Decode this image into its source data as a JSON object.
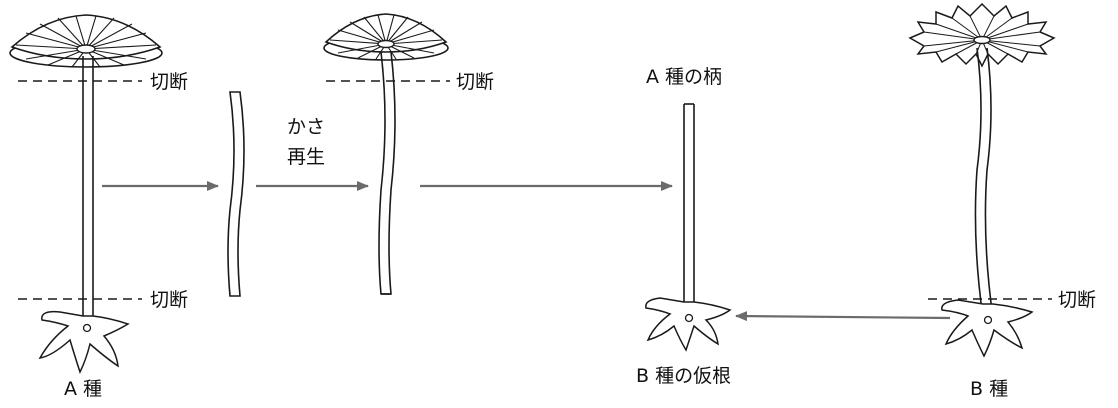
{
  "labels": {
    "cut": "切断",
    "regen_line1": "かさ",
    "regen_line2": "再生",
    "a_stalk": "A 種の柄",
    "b_rhizoid": "B 種の仮根",
    "species_a": "A 種",
    "species_b": "B 種"
  },
  "colors": {
    "line": "#1a1a1a",
    "arrow": "#6b6b6b",
    "background": "#ffffff"
  }
}
